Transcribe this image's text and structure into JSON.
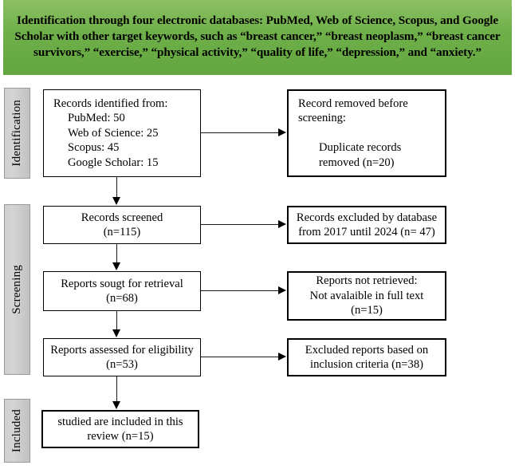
{
  "banner": {
    "text": "Identification through four electronic databases: PubMed, Web of Science, Scopus, and Google Scholar with other target keywords, such as “breast cancer,” “breast neoplasm,” “breast cancer survivors,” “exercise,” “physical activity,” “quality of life,” “depression,” and “anxiety.”",
    "background_color": "#6eaf49"
  },
  "stages": [
    {
      "label": "Identification"
    },
    {
      "label": "Screening"
    },
    {
      "label": "Included"
    }
  ],
  "boxes": {
    "identified": {
      "line1": "Records identified from:",
      "line2": "PubMed: 50",
      "line3": "Web of Science: 25",
      "line4": "Scopus: 45",
      "line5": "Google Scholar: 15"
    },
    "removed": {
      "line1": "Record removed before",
      "line2": "screening:",
      "line3": "",
      "line4": "Duplicate records",
      "line5": "removed (n=20)"
    },
    "screened": {
      "line1": "Records screened",
      "line2": "(n=115)"
    },
    "excluded_db": {
      "line1": "Records excluded by database",
      "line2": "from 2017 until 2024 (n= 47)"
    },
    "sought": {
      "line1": "Reports sougt for retrieval",
      "line2": "(n=68)"
    },
    "not_retrieved": {
      "line1": "Reports not retrieved:",
      "line2": "Not avalaible in full text",
      "line3": "(n=15)"
    },
    "assessed": {
      "line1": "Reports assessed for eligibility",
      "line2": "(n=53)"
    },
    "excluded_inclusion": {
      "line1": "Excluded reports based on",
      "line2": "inclusion criteria (n=38)"
    },
    "included": {
      "line1": "studied are included in this",
      "line2": "review (n=15)"
    }
  },
  "counts": {
    "pubmed": 50,
    "web_of_science": 25,
    "scopus": 45,
    "google_scholar": 15,
    "duplicates_removed": 20,
    "records_screened": 115,
    "records_excluded_by_database": 47,
    "reports_sought": 68,
    "reports_not_retrieved": 15,
    "reports_assessed": 53,
    "reports_excluded_inclusion_criteria": 38,
    "studies_included": 15
  }
}
